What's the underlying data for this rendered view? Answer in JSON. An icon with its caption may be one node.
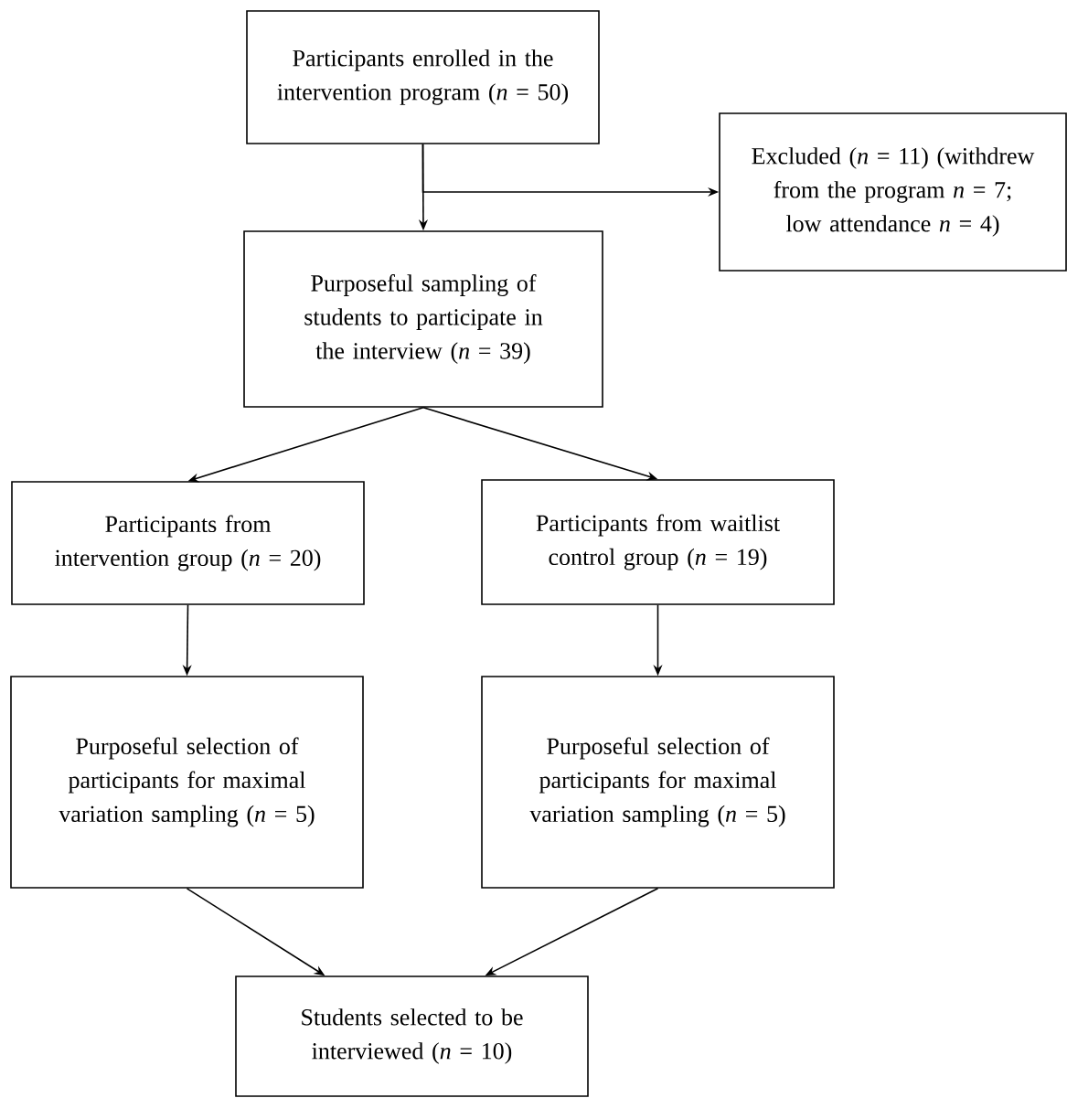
{
  "diagram": {
    "nodes": [
      {
        "text": [
          "Participants enrolled in the intervention program (*n* = 50)"
        ]
      },
      {
        "text": [
          "Excluded (*n* = 11) (withdrew from the program *n* = 7; low attendance *n* = 4)"
        ]
      },
      {
        "text": [
          "Purposeful sampling of students to participate in the interview (*n* = 39)"
        ]
      },
      {
        "text": [
          "Participants from intervention group (*n* = 20)"
        ]
      },
      {
        "text": [
          "Participants from waitlist control group (*n* = 19)"
        ]
      },
      {
        "text": [
          "Purposeful selection of participants for maximal variation sampling (*n* = 5)"
        ]
      },
      {
        "text": [
          "Purposeful selection of participants for maximal variation sampling (*n* = 5)"
        ]
      },
      {
        "text": [
          "Students selected to be interviewed (*n* = 10)"
        ]
      }
    ],
    "edges": [
      {
        "from": 0,
        "to": 2,
        "arrow": "to"
      },
      {
        "from": 0,
        "to": 1,
        "arrow": "to"
      },
      {
        "from": 2,
        "to": 3,
        "arrow": "to"
      },
      {
        "from": 2,
        "to": 4,
        "arrow": "to"
      },
      {
        "from": 3,
        "to": 5,
        "arrow": "to"
      },
      {
        "from": 4,
        "to": 6,
        "arrow": "to"
      },
      {
        "from": 5,
        "to": 7,
        "arrow": "to"
      },
      {
        "from": 6,
        "to": 7,
        "arrow": "to"
      }
    ]
  }
}
